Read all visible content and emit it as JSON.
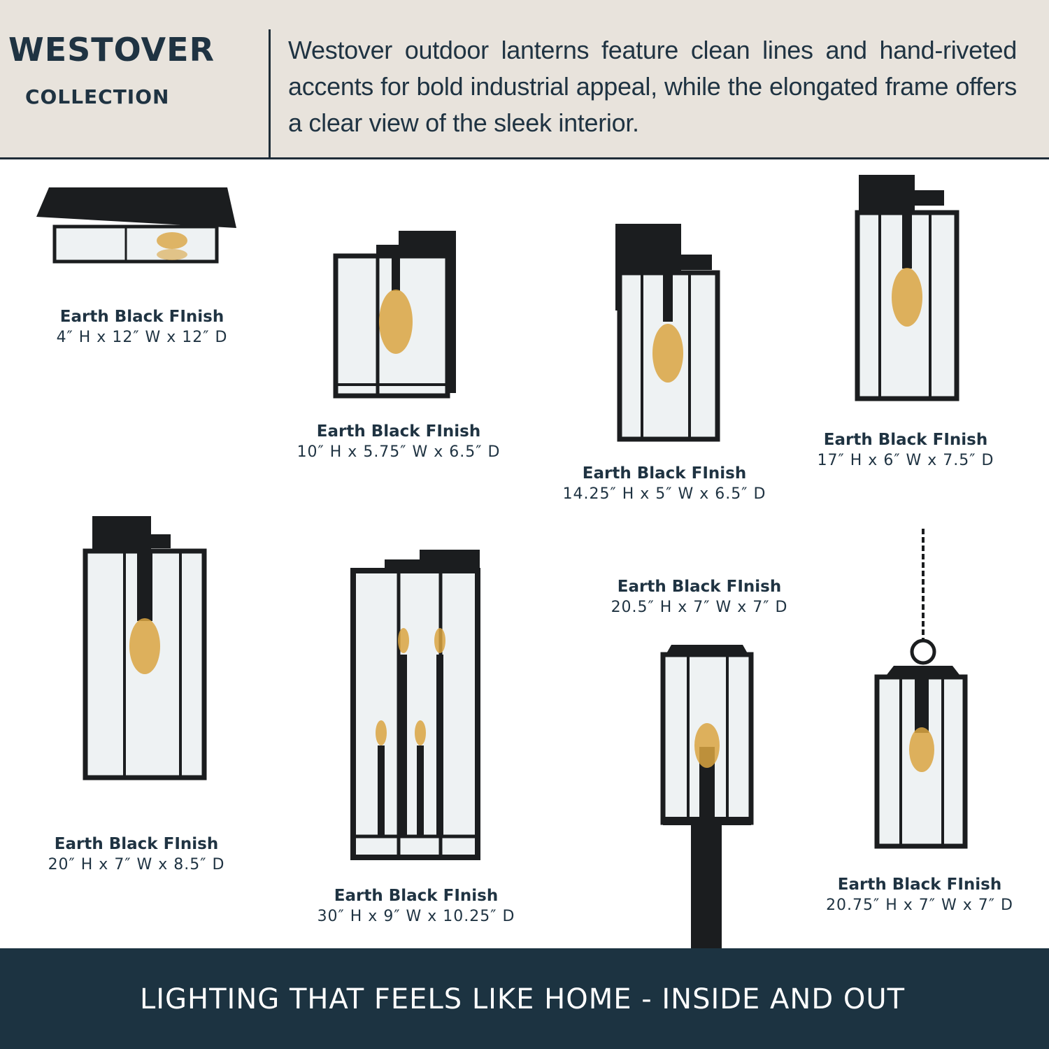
{
  "header": {
    "brand": "WESTOVER",
    "subtitle": "COLLECTION",
    "description": "Westover outdoor lanterns feature clean lines and hand-riveted accents for bold industrial appeal, while the elongated frame offers a clear view of the sleek interior."
  },
  "products": [
    {
      "finish": "Earth Black FInish",
      "dimensions": "4″ H x 12″ W x 12″ D",
      "icon": "flush-mount-lantern"
    },
    {
      "finish": "Earth Black FInish",
      "dimensions": "10″ H x 5.75″ W x 6.5″ D",
      "icon": "wall-lantern-small"
    },
    {
      "finish": "Earth Black FInish",
      "dimensions": "14.25″ H x 5″ W x 6.5″ D",
      "icon": "wall-lantern-medium"
    },
    {
      "finish": "Earth Black FInish",
      "dimensions": "17″ H x 6″ W x 7.5″ D",
      "icon": "wall-lantern-large"
    },
    {
      "finish": "Earth Black FInish",
      "dimensions": "20″ H x 7″ W x 8.5″ D",
      "icon": "wall-lantern-xl"
    },
    {
      "finish": "Earth Black FInish",
      "dimensions": "30″ H x 9″ W x 10.25″ D",
      "icon": "wall-lantern-three-light"
    },
    {
      "finish": "Earth Black FInish",
      "dimensions": "20.5″ H x 7″ W x 7″ D",
      "icon": "post-lantern"
    },
    {
      "finish": "Earth Black FInish",
      "dimensions": "20.75″ H x 7″ W x 7″ D",
      "icon": "pendant-lantern"
    }
  ],
  "footer": {
    "tagline": "LIGHTING THAT FEELS LIKE HOME - INSIDE AND OUT"
  },
  "colors": {
    "header_bg": "#e8e3dc",
    "footer_bg": "#1c3341",
    "text": "#1f3342",
    "fixture": "#1b1d1f",
    "glass": "#eef2f3",
    "bulb": "#d9a441"
  }
}
